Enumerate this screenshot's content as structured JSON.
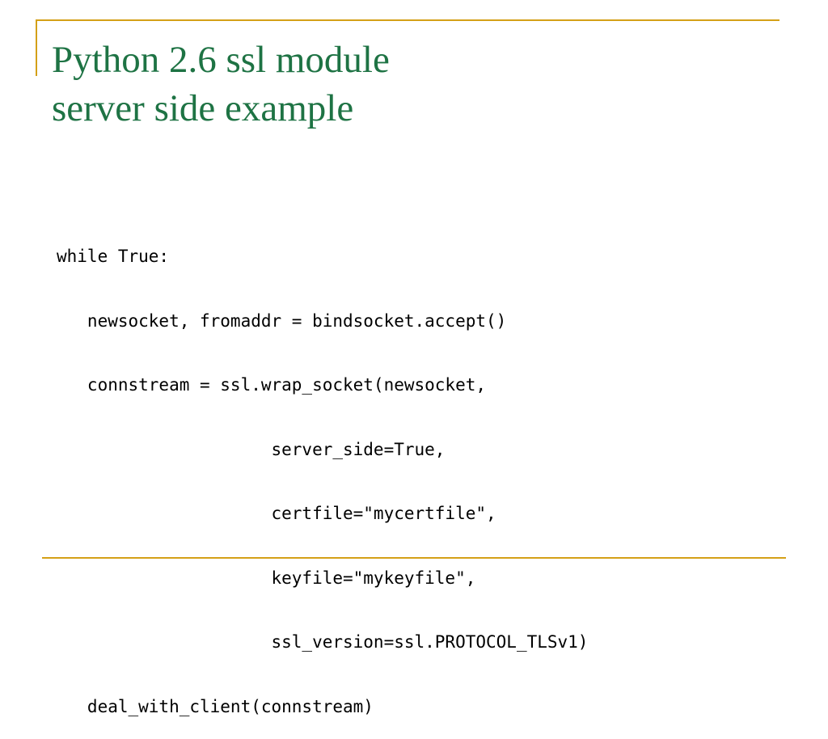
{
  "slide": {
    "title_lines": [
      "Python 2.6 ssl module",
      "server side example"
    ],
    "code_lines": [
      "while True:",
      "   newsocket, fromaddr = bindsocket.accept()",
      "   connstream = ssl.wrap_socket(newsocket,",
      "                     server_side=True,",
      "                     certfile=\"mycertfile\",",
      "                     keyfile=\"mykeyfile\",",
      "                     ssl_version=ssl.PROTOCOL_TLSv1)",
      "   deal_with_client(connstream)"
    ]
  },
  "colors": {
    "title": "#1E7344",
    "frame": "#D4A017",
    "code": "#000000"
  }
}
